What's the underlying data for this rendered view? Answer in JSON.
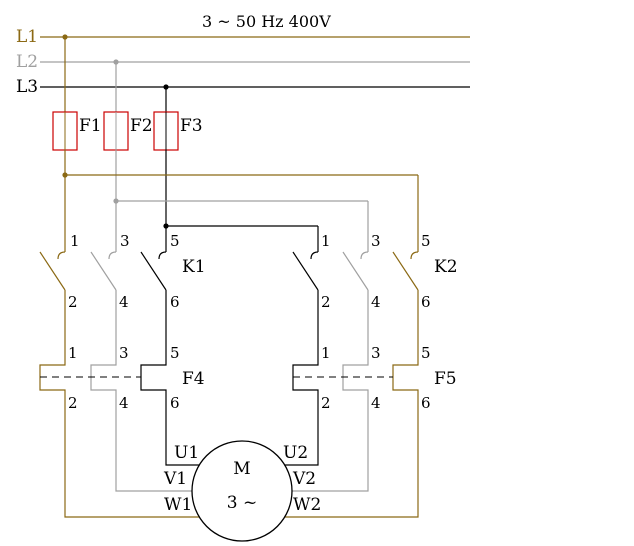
{
  "supply": {
    "label": "3 ~ 50 Hz  400V"
  },
  "lines": [
    {
      "name": "L1",
      "color": "#8B6914"
    },
    {
      "name": "L2",
      "color": "#A0A0A0"
    },
    {
      "name": "L3",
      "color": "#000000"
    }
  ],
  "fuses": [
    "F1",
    "F2",
    "F3"
  ],
  "contactors": {
    "k1": "K1",
    "k2": "K2"
  },
  "overloads": {
    "f4": "F4",
    "f5": "F5"
  },
  "terminal_numbers": {
    "k1": [
      "1",
      "3",
      "5",
      "2",
      "4",
      "6"
    ],
    "k2": [
      "1",
      "3",
      "5",
      "2",
      "4",
      "6"
    ],
    "f4": [
      "1",
      "3",
      "5",
      "2",
      "4",
      "6"
    ],
    "f5": [
      "1",
      "3",
      "5",
      "2",
      "4",
      "6"
    ]
  },
  "motor": {
    "name": "M",
    "type": "3 ~",
    "terminals": [
      "U1",
      "V1",
      "W1",
      "U2",
      "V2",
      "W2"
    ]
  },
  "colors": {
    "fuse": "#CC0000",
    "l1": "#8B6914",
    "l2": "#A0A0A0",
    "l3": "#000000"
  }
}
